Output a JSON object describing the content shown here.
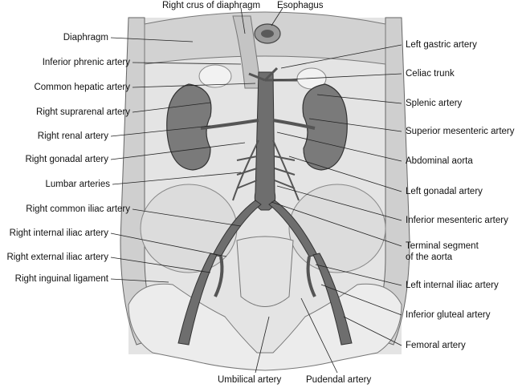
{
  "labels": {
    "right_crus": "Right crus of diaphragm",
    "esophagus": "Esophagus",
    "diaphragm": "Diaphragm",
    "inferior_phrenic": "Inferior phrenic artery",
    "common_hepatic": "Common hepatic artery",
    "right_suprarenal": "Right suprarenal artery",
    "right_renal": "Right renal artery",
    "right_gonadal": "Right gonadal artery",
    "lumbar": "Lumbar arteries",
    "right_common_iliac": "Right common iliac artery",
    "right_internal_iliac": "Right internal iliac artery",
    "right_external_iliac": "Right external iliac artery",
    "right_inguinal": "Right inguinal ligament",
    "left_gastric": "Left gastric artery",
    "celiac_trunk": "Celiac trunk",
    "splenic": "Splenic artery",
    "superior_mesenteric": "Superior mesenteric artery",
    "abdominal_aorta": "Abdominal aorta",
    "left_gonadal": "Left gonadal artery",
    "inferior_mesenteric": "Inferior mesenteric artery",
    "terminal_segment_1": "Terminal segment",
    "terminal_segment_2": "of the aorta",
    "left_internal_iliac": "Left internal iliac artery",
    "inferior_gluteal": "Inferior gluteal artery",
    "femoral": "Femoral artery",
    "umbilical": "Umbilical artery",
    "pudendal": "Pudendal artery"
  },
  "colors": {
    "background": "#ffffff",
    "leader_line": "#222222",
    "vessel": "#6e6e6e",
    "kidney": "#777777",
    "tissue": "#d9d9d9",
    "bone": "#e6e6e6"
  }
}
